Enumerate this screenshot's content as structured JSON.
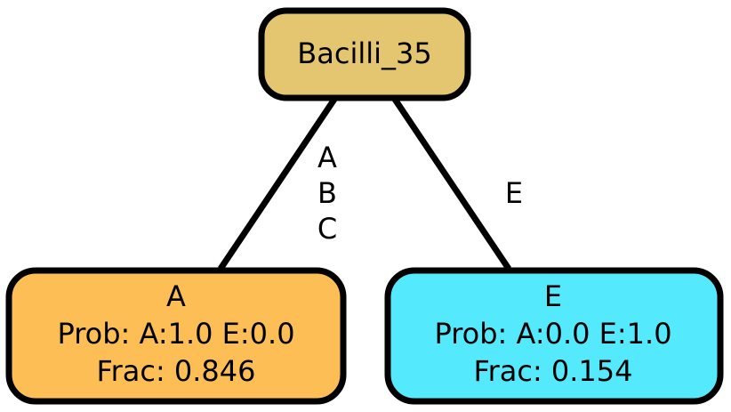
{
  "root": {
    "label": "Bacilli_35",
    "color": "#e3c66f"
  },
  "left": {
    "title": "A",
    "prob": "Prob: A:1.0 E:0.0",
    "frac": "Frac: 0.846",
    "color": "#fdbe55"
  },
  "right": {
    "title": "E",
    "prob": "Prob: A:0.0 E:1.0",
    "frac": "Frac: 0.154",
    "color": "#55e9fe"
  },
  "edges": {
    "left_labels": [
      "A",
      "B",
      "C"
    ],
    "right_labels": [
      "E"
    ]
  }
}
